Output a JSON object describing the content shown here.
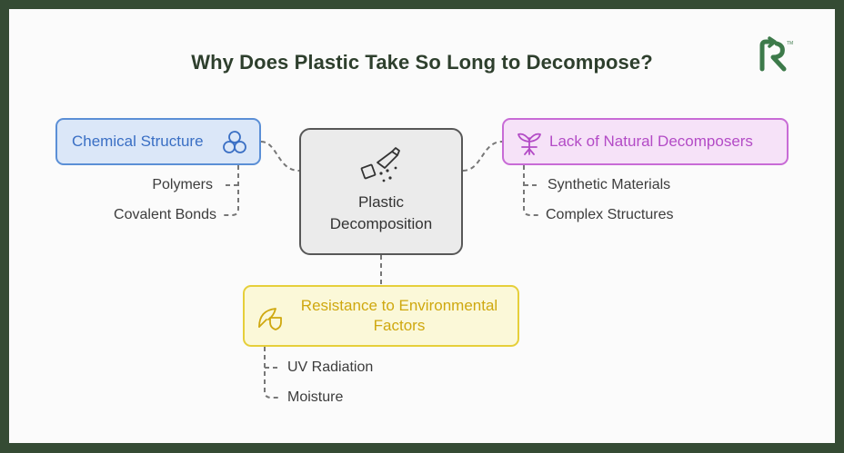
{
  "title": "Why Does Plastic Take So Long to Decompose?",
  "center": {
    "label_line1": "Plastic",
    "label_line2": "Decomposition",
    "icon": "plastic-pieces-icon"
  },
  "chemical_structure": {
    "label": "Chemical Structure",
    "icon": "molecule-circles-icon",
    "color": "#3a6fc4",
    "items": [
      "Polymers",
      "Covalent Bonds"
    ]
  },
  "natural_decomposers": {
    "label": "Lack of Natural Decomposers",
    "icon": "sprout-icon",
    "color": "#b34bc6",
    "items": [
      "Synthetic Materials",
      "Complex Structures"
    ]
  },
  "environmental_resistance": {
    "label_line1": "Resistance to Environmental",
    "label_line2": "Factors",
    "icon": "shield-leaf-icon",
    "color": "#cfa80f",
    "items": [
      "UV Radiation",
      "Moisture"
    ]
  },
  "logo": {
    "icon": "brand-r-logo-icon",
    "color": "#3d7a4a"
  }
}
